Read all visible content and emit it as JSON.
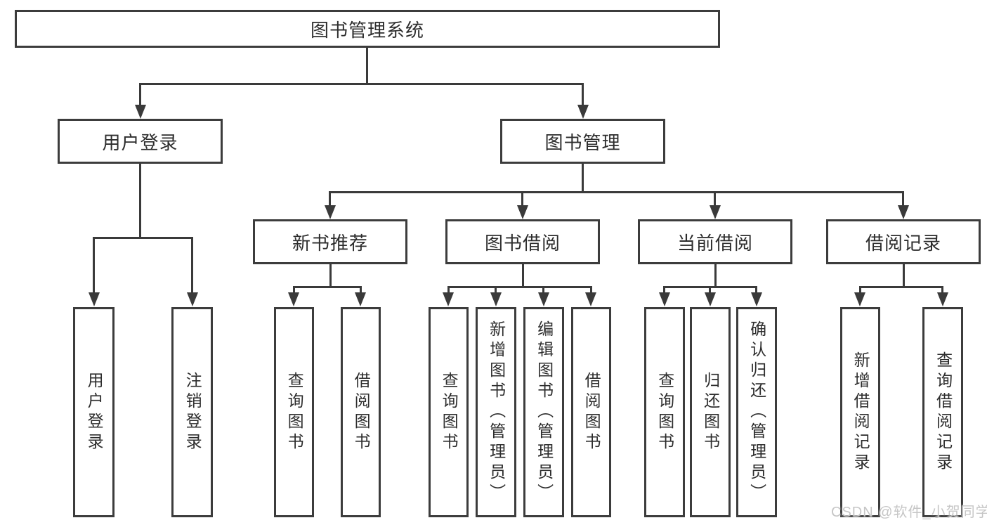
{
  "tree": {
    "label": "图书管理系统",
    "children": [
      {
        "label": "用户登录",
        "children": [
          {
            "label": "用户登录"
          },
          {
            "label": "注销登录"
          }
        ]
      },
      {
        "label": "图书管理",
        "children": [
          {
            "label": "新书推荐",
            "children": [
              {
                "label": "查询图书"
              },
              {
                "label": "借阅图书"
              }
            ]
          },
          {
            "label": "图书借阅",
            "children": [
              {
                "label": "查询图书"
              },
              {
                "label": "新增图书（管理员）"
              },
              {
                "label": "编辑图书（管理员）"
              },
              {
                "label": "借阅图书"
              }
            ]
          },
          {
            "label": "当前借阅",
            "children": [
              {
                "label": "查询图书"
              },
              {
                "label": "归还图书"
              },
              {
                "label": "确认归还（管理员）"
              }
            ]
          },
          {
            "label": "借阅记录",
            "children": [
              {
                "label": "新增借阅记录"
              },
              {
                "label": "查询借阅记录"
              }
            ]
          }
        ]
      }
    ]
  },
  "watermark": {
    "text": "CSDN @软件_小贺同学"
  },
  "colors": {
    "line": "#3a3a3a",
    "box_border": "#3c3c3c",
    "text": "#2d2d2d",
    "watermark": "#c6c6c6",
    "background": "#ffffff"
  }
}
